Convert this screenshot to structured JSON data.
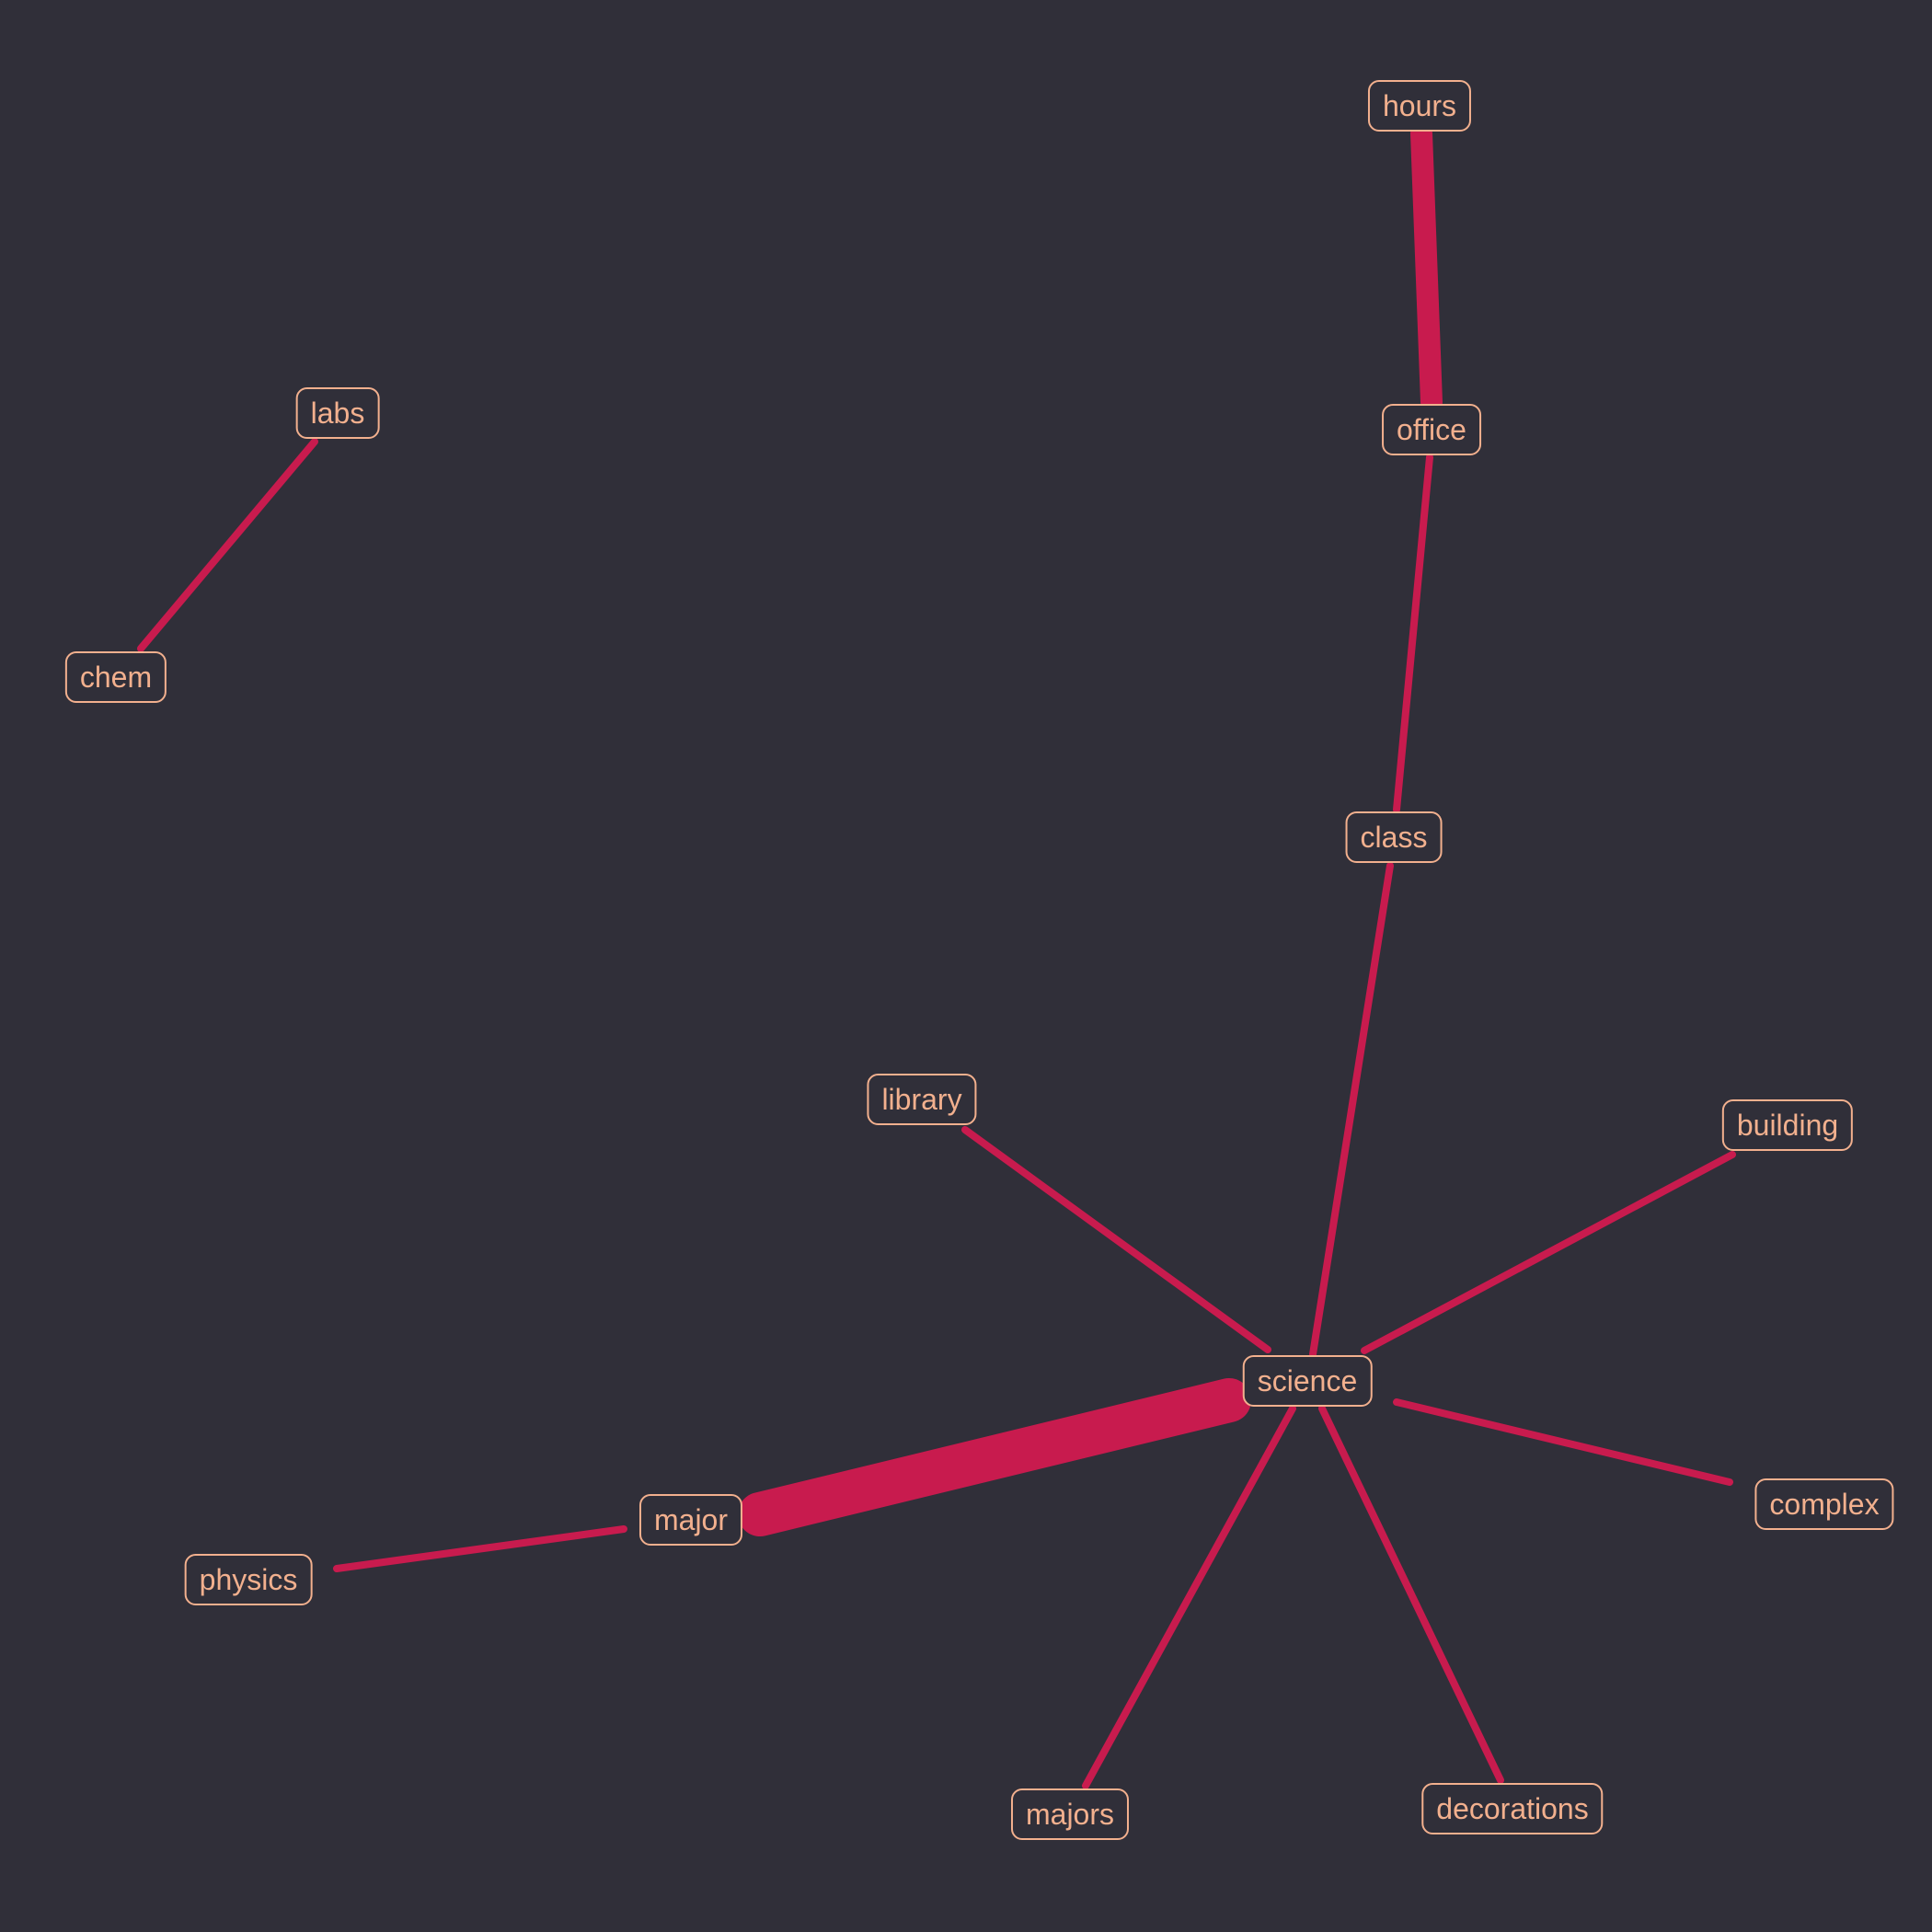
{
  "colors": {
    "background": "#302f39",
    "edge": "#c81b4e",
    "label": "#f2b08e"
  },
  "nodes": [
    {
      "id": "hours",
      "label": "hours"
    },
    {
      "id": "office",
      "label": "office"
    },
    {
      "id": "class",
      "label": "class"
    },
    {
      "id": "labs",
      "label": "labs"
    },
    {
      "id": "chem",
      "label": "chem"
    },
    {
      "id": "library",
      "label": "library"
    },
    {
      "id": "building",
      "label": "building"
    },
    {
      "id": "science",
      "label": "science"
    },
    {
      "id": "major",
      "label": "major"
    },
    {
      "id": "physics",
      "label": "physics"
    },
    {
      "id": "complex",
      "label": "complex"
    },
    {
      "id": "majors",
      "label": "majors"
    },
    {
      "id": "decorations",
      "label": "decorations"
    }
  ],
  "edges": [
    {
      "source": "hours",
      "target": "office",
      "weight": 3
    },
    {
      "source": "office",
      "target": "class",
      "weight": 1
    },
    {
      "source": "class",
      "target": "science",
      "weight": 1
    },
    {
      "source": "labs",
      "target": "chem",
      "weight": 1
    },
    {
      "source": "library",
      "target": "science",
      "weight": 1
    },
    {
      "source": "building",
      "target": "science",
      "weight": 1
    },
    {
      "source": "science",
      "target": "major",
      "weight": 6
    },
    {
      "source": "major",
      "target": "physics",
      "weight": 1
    },
    {
      "source": "science",
      "target": "complex",
      "weight": 1
    },
    {
      "source": "science",
      "target": "majors",
      "weight": 1
    },
    {
      "source": "science",
      "target": "decorations",
      "weight": 1
    }
  ]
}
